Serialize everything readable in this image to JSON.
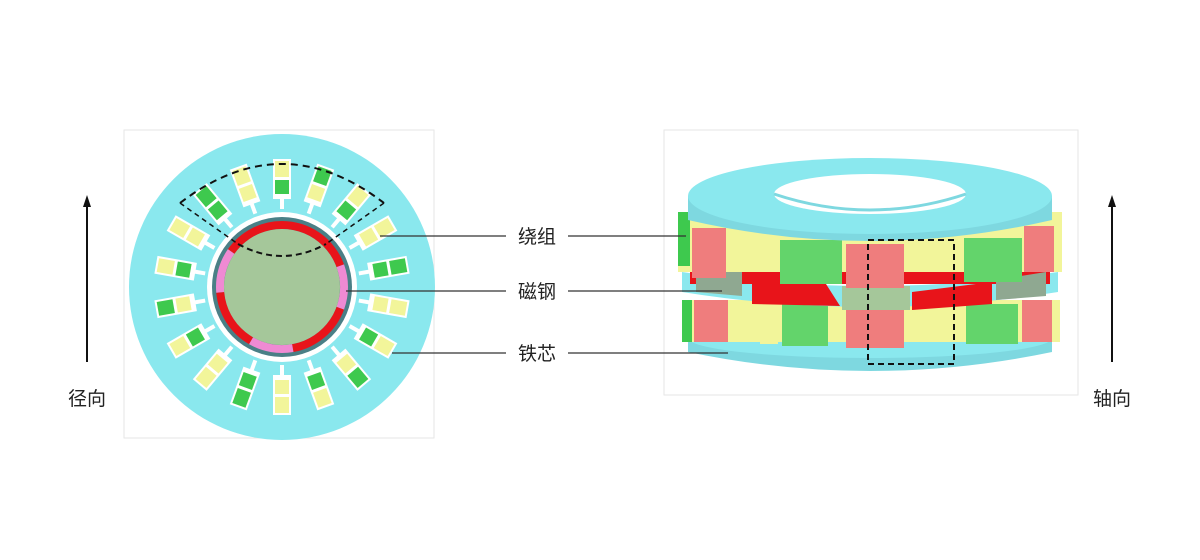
{
  "labels": {
    "radial": "径向",
    "axial": "轴向",
    "winding": "绕组",
    "magnet": "磁钢",
    "core": "铁芯"
  },
  "colors": {
    "core": "#8ae8ee",
    "winding_yellow": "#f2f59a",
    "winding_green": "#3ec94e",
    "magnet_red": "#e8141a",
    "magnet_pink": "#ef8ad3",
    "rotor_center": "#a5c79a",
    "rotor_ring": "#4a7f86",
    "magnet_gray": "#8fa891",
    "pink_red": "#ef7d7d"
  }
}
